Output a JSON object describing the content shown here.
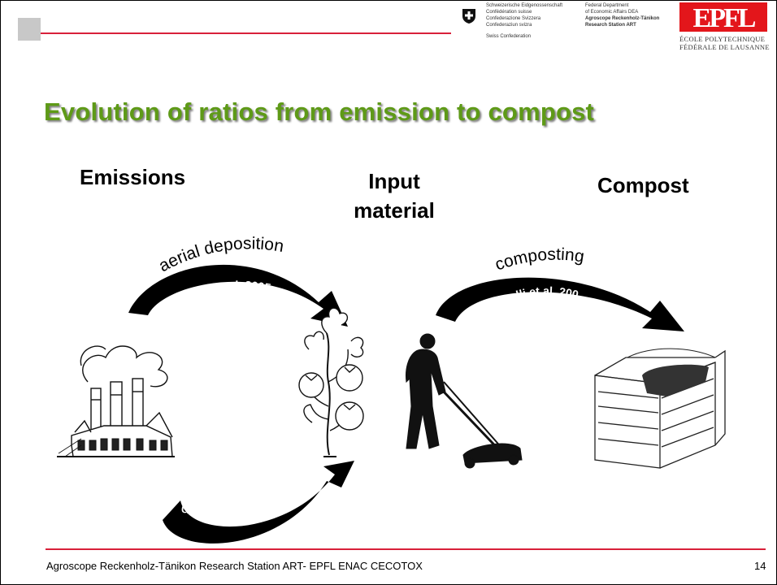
{
  "header": {
    "confederation": [
      "Schweizerische Eidgenossenschaft",
      "Confédération suisse",
      "Confederazione Svizzera",
      "Confederaziun svizra",
      "Swiss Confederation"
    ],
    "department": [
      "Federal Department",
      "of Economic Affairs DEA",
      "Agroscope Reckenholz-Tänikon",
      "Research Station ART"
    ],
    "epfl_lines": [
      "ÉCOLE POLYTECHNIQUE",
      "FÉDÉRALE DE LAUSANNE"
    ]
  },
  "slide": {
    "title": "Evolution of ratios from emission to compost",
    "columns": {
      "emissions": "Emissions",
      "input_line1": "Input",
      "input_line2": "material",
      "compost": "Compost"
    },
    "arrows": {
      "aerial_label": "aerial deposition",
      "aerial_ref": "Zhang et al. 2005",
      "composting_label": "composting",
      "composting_ref": "Brändli et al. 2007",
      "direct_label": "direct application"
    }
  },
  "footer": {
    "text": "Agroscope Reckenholz-Tänikon Research Station ART- EPFL ENAC CECOTOX",
    "page": "14"
  },
  "colors": {
    "title_green": "#5e9a17",
    "rule_red": "#d8203a",
    "epfl_red": "#e3161b"
  },
  "icons": [
    "swiss-cross-icon",
    "factory-icon",
    "tomato-plant-icon",
    "lawn-mower-person-icon",
    "compost-bin-icon"
  ]
}
